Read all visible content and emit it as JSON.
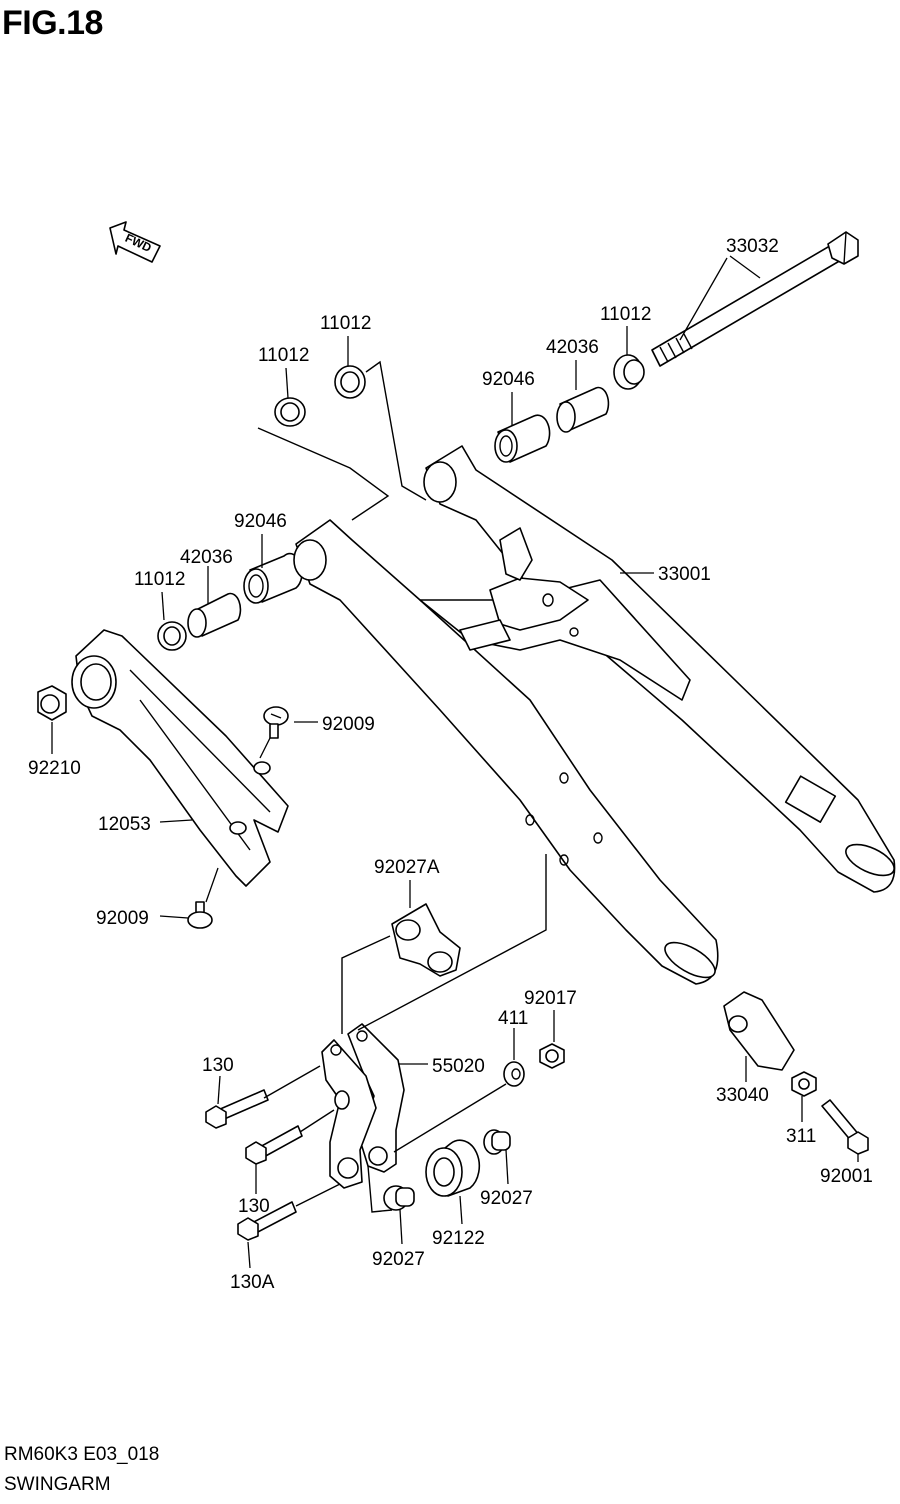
{
  "figure": {
    "title": "FIG.18",
    "code": "RM60K3 E03_018",
    "name": "SWINGARM",
    "fwd_label": "FWD"
  },
  "parts": [
    {
      "id": "p33032",
      "number": "33032"
    },
    {
      "id": "p11012a",
      "number": "11012"
    },
    {
      "id": "p11012b",
      "number": "11012"
    },
    {
      "id": "p11012c",
      "number": "11012"
    },
    {
      "id": "p11012d",
      "number": "11012"
    },
    {
      "id": "p42036a",
      "number": "42036"
    },
    {
      "id": "p42036b",
      "number": "42036"
    },
    {
      "id": "p92046a",
      "number": "92046"
    },
    {
      "id": "p92046b",
      "number": "92046"
    },
    {
      "id": "p33001",
      "number": "33001"
    },
    {
      "id": "p92009a",
      "number": "92009"
    },
    {
      "id": "p92009b",
      "number": "92009"
    },
    {
      "id": "p92210",
      "number": "92210"
    },
    {
      "id": "p12053",
      "number": "12053"
    },
    {
      "id": "p92027A",
      "number": "92027A"
    },
    {
      "id": "p92017",
      "number": "92017"
    },
    {
      "id": "p411",
      "number": "411"
    },
    {
      "id": "p55020",
      "number": "55020"
    },
    {
      "id": "p130a",
      "number": "130"
    },
    {
      "id": "p130b",
      "number": "130"
    },
    {
      "id": "p130A",
      "number": "130A"
    },
    {
      "id": "p33040",
      "number": "33040"
    },
    {
      "id": "p311",
      "number": "311"
    },
    {
      "id": "p92001",
      "number": "92001"
    },
    {
      "id": "p92027a",
      "number": "92027"
    },
    {
      "id": "p92027b",
      "number": "92027"
    },
    {
      "id": "p92122",
      "number": "92122"
    }
  ]
}
